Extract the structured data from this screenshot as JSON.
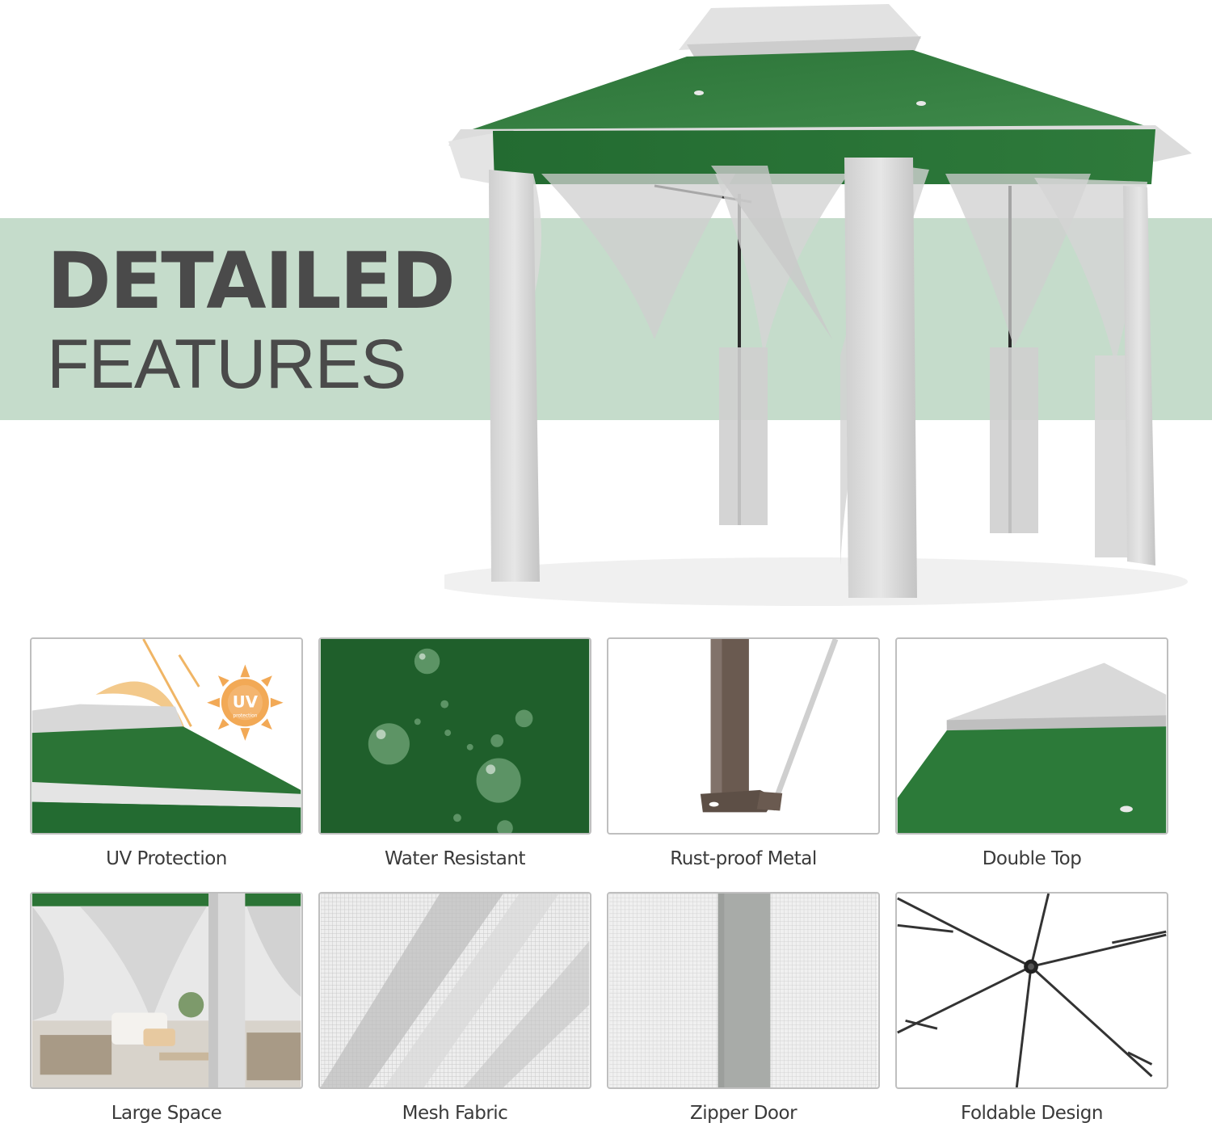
{
  "headline": {
    "line1": "DETAILED",
    "line2": "FEATURES"
  },
  "colors": {
    "band": "#c5dccb",
    "canopy_green": "#2f7a3c",
    "curtain_gray": "#d9d9d9",
    "text": "#4a4a4a"
  },
  "uv_badge": {
    "line1": "UV",
    "line2": "protection"
  },
  "features": [
    {
      "label": "UV Protection",
      "icon": "uv-protection-icon"
    },
    {
      "label": "Water Resistant",
      "icon": "water-drop-icon"
    },
    {
      "label": "Rust-proof Metal",
      "icon": "metal-pole-icon"
    },
    {
      "label": "Double Top",
      "icon": "double-roof-icon"
    },
    {
      "label": "Large Space",
      "icon": "interior-space-icon"
    },
    {
      "label": "Mesh Fabric",
      "icon": "mesh-icon"
    },
    {
      "label": "Zipper Door",
      "icon": "zipper-icon"
    },
    {
      "label": "Foldable Design",
      "icon": "folding-frame-icon"
    }
  ]
}
